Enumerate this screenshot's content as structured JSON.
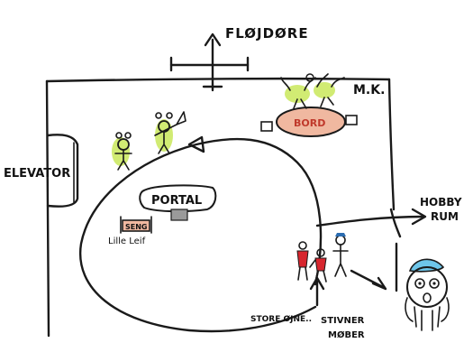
{
  "labels": {
    "north_door": "FLØJDØRE",
    "mk": "M.K.",
    "table": "BORD",
    "elevator": "ELEVATOR",
    "hobby": "HOBBY",
    "hobby_room": "RUM",
    "portal": "PORTAL",
    "bed": "SENG",
    "little_leif": "Lille Leif",
    "big_eyes": "STORE ØJNE..",
    "stiffening": "STIVNER",
    "furniture": "MØBER"
  },
  "colors": {
    "ink": "#1a1a1a",
    "alien_green": "#c9e85a",
    "table_fill": "#f0b8a0",
    "table_text": "#c0392b",
    "figure_red": "#d7262e",
    "figure_blue": "#2b6cb0",
    "face_blue": "#6ec6ea",
    "portal_grey": "#9a9a9a"
  }
}
